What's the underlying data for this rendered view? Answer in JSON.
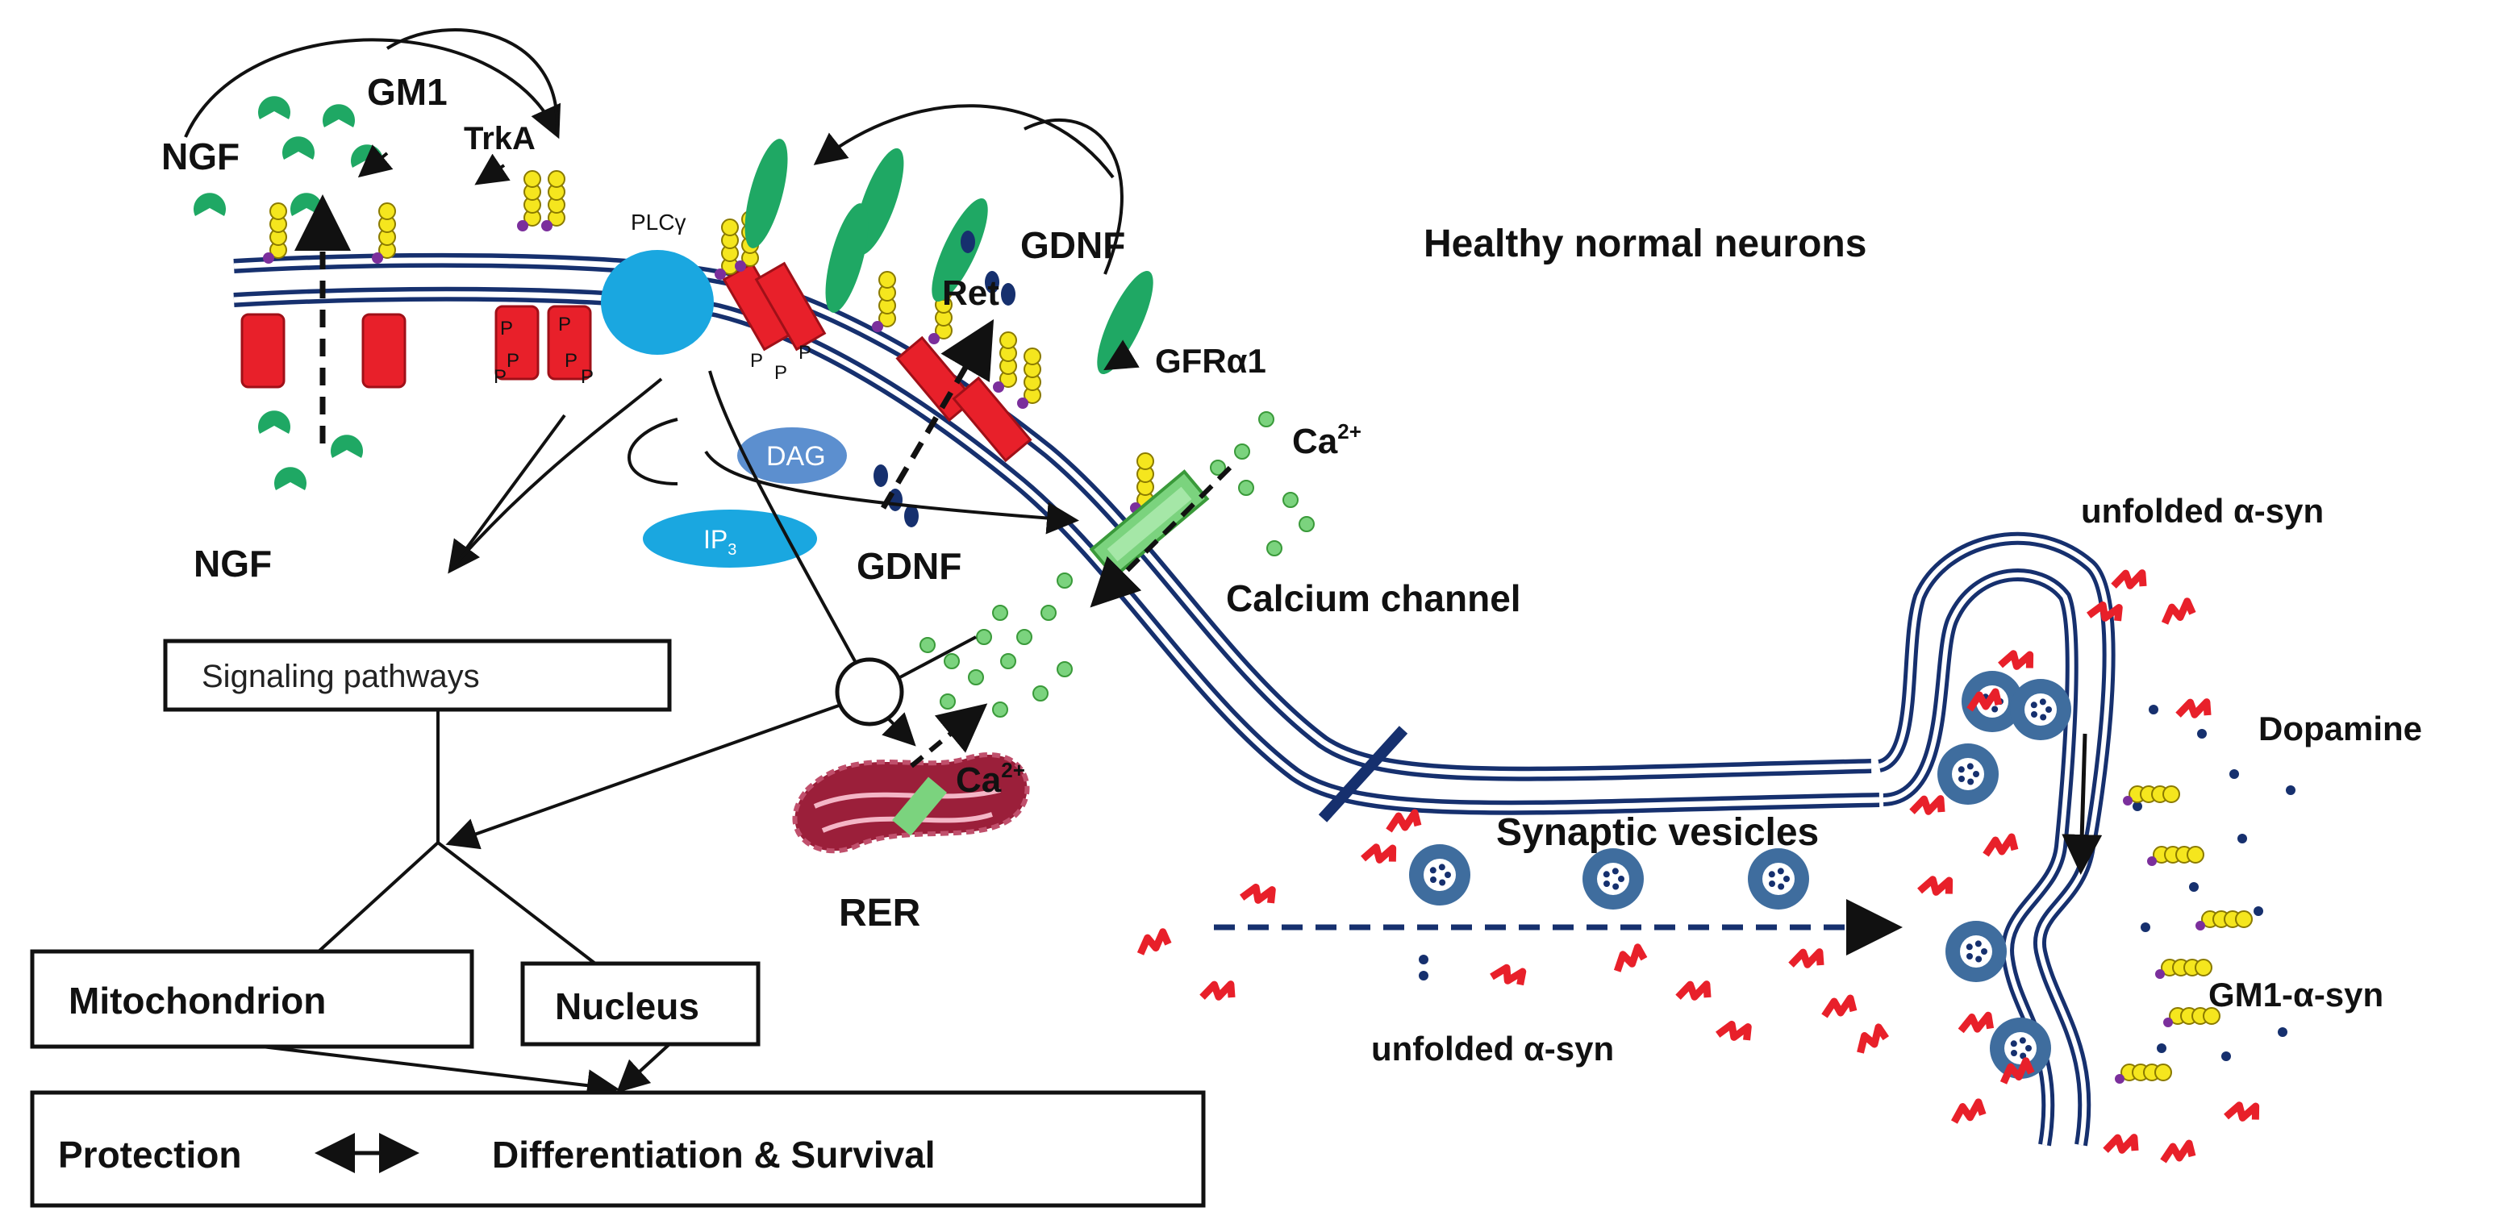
{
  "title": "Healthy normal neurons",
  "labels": {
    "ngf_top": "NGF",
    "gm1": "GM1",
    "trka": "TrkA",
    "plcg": "PLCγ",
    "gdnf_top": "GDNF",
    "ret": "Ret",
    "gfra1": "GFRα1",
    "ca_top": "Ca",
    "ca_sup": "2+",
    "dag": "DAG",
    "ip3": "IP",
    "ip3_sub": "3",
    "gdnf_bottom": "GDNF",
    "ngf_bottom": "NGF",
    "calcium_channel": "Calcium channel",
    "ca_er": "Ca",
    "ca_er_sup": "2+",
    "rer": "RER",
    "synaptic_vesicles": "Synaptic vesicles",
    "unfolded_top": "unfolded α-syn",
    "unfolded_bottom": "unfolded α-syn",
    "dopamine": "Dopamine",
    "gm1_asyn": "GM1-α-syn",
    "phospho": "P"
  },
  "boxes": {
    "signaling": "Signaling pathways",
    "mitochondrion": "Mitochondrion",
    "nucleus": "Nucleus",
    "protection": "Protection",
    "differentiation": "Differentiation & Survival"
  },
  "colors": {
    "membrane": "#16306e",
    "receptor": "#e8202a",
    "ngf": "#1fa864",
    "gm1_head": "#f5e61e",
    "plcg": "#1aa7e0",
    "dag": "#5c8fcf",
    "calcium": "#7bd37e",
    "vesicle": "#3f6d9e",
    "asyn": "#e8202a",
    "er": "#9b1f3a"
  }
}
